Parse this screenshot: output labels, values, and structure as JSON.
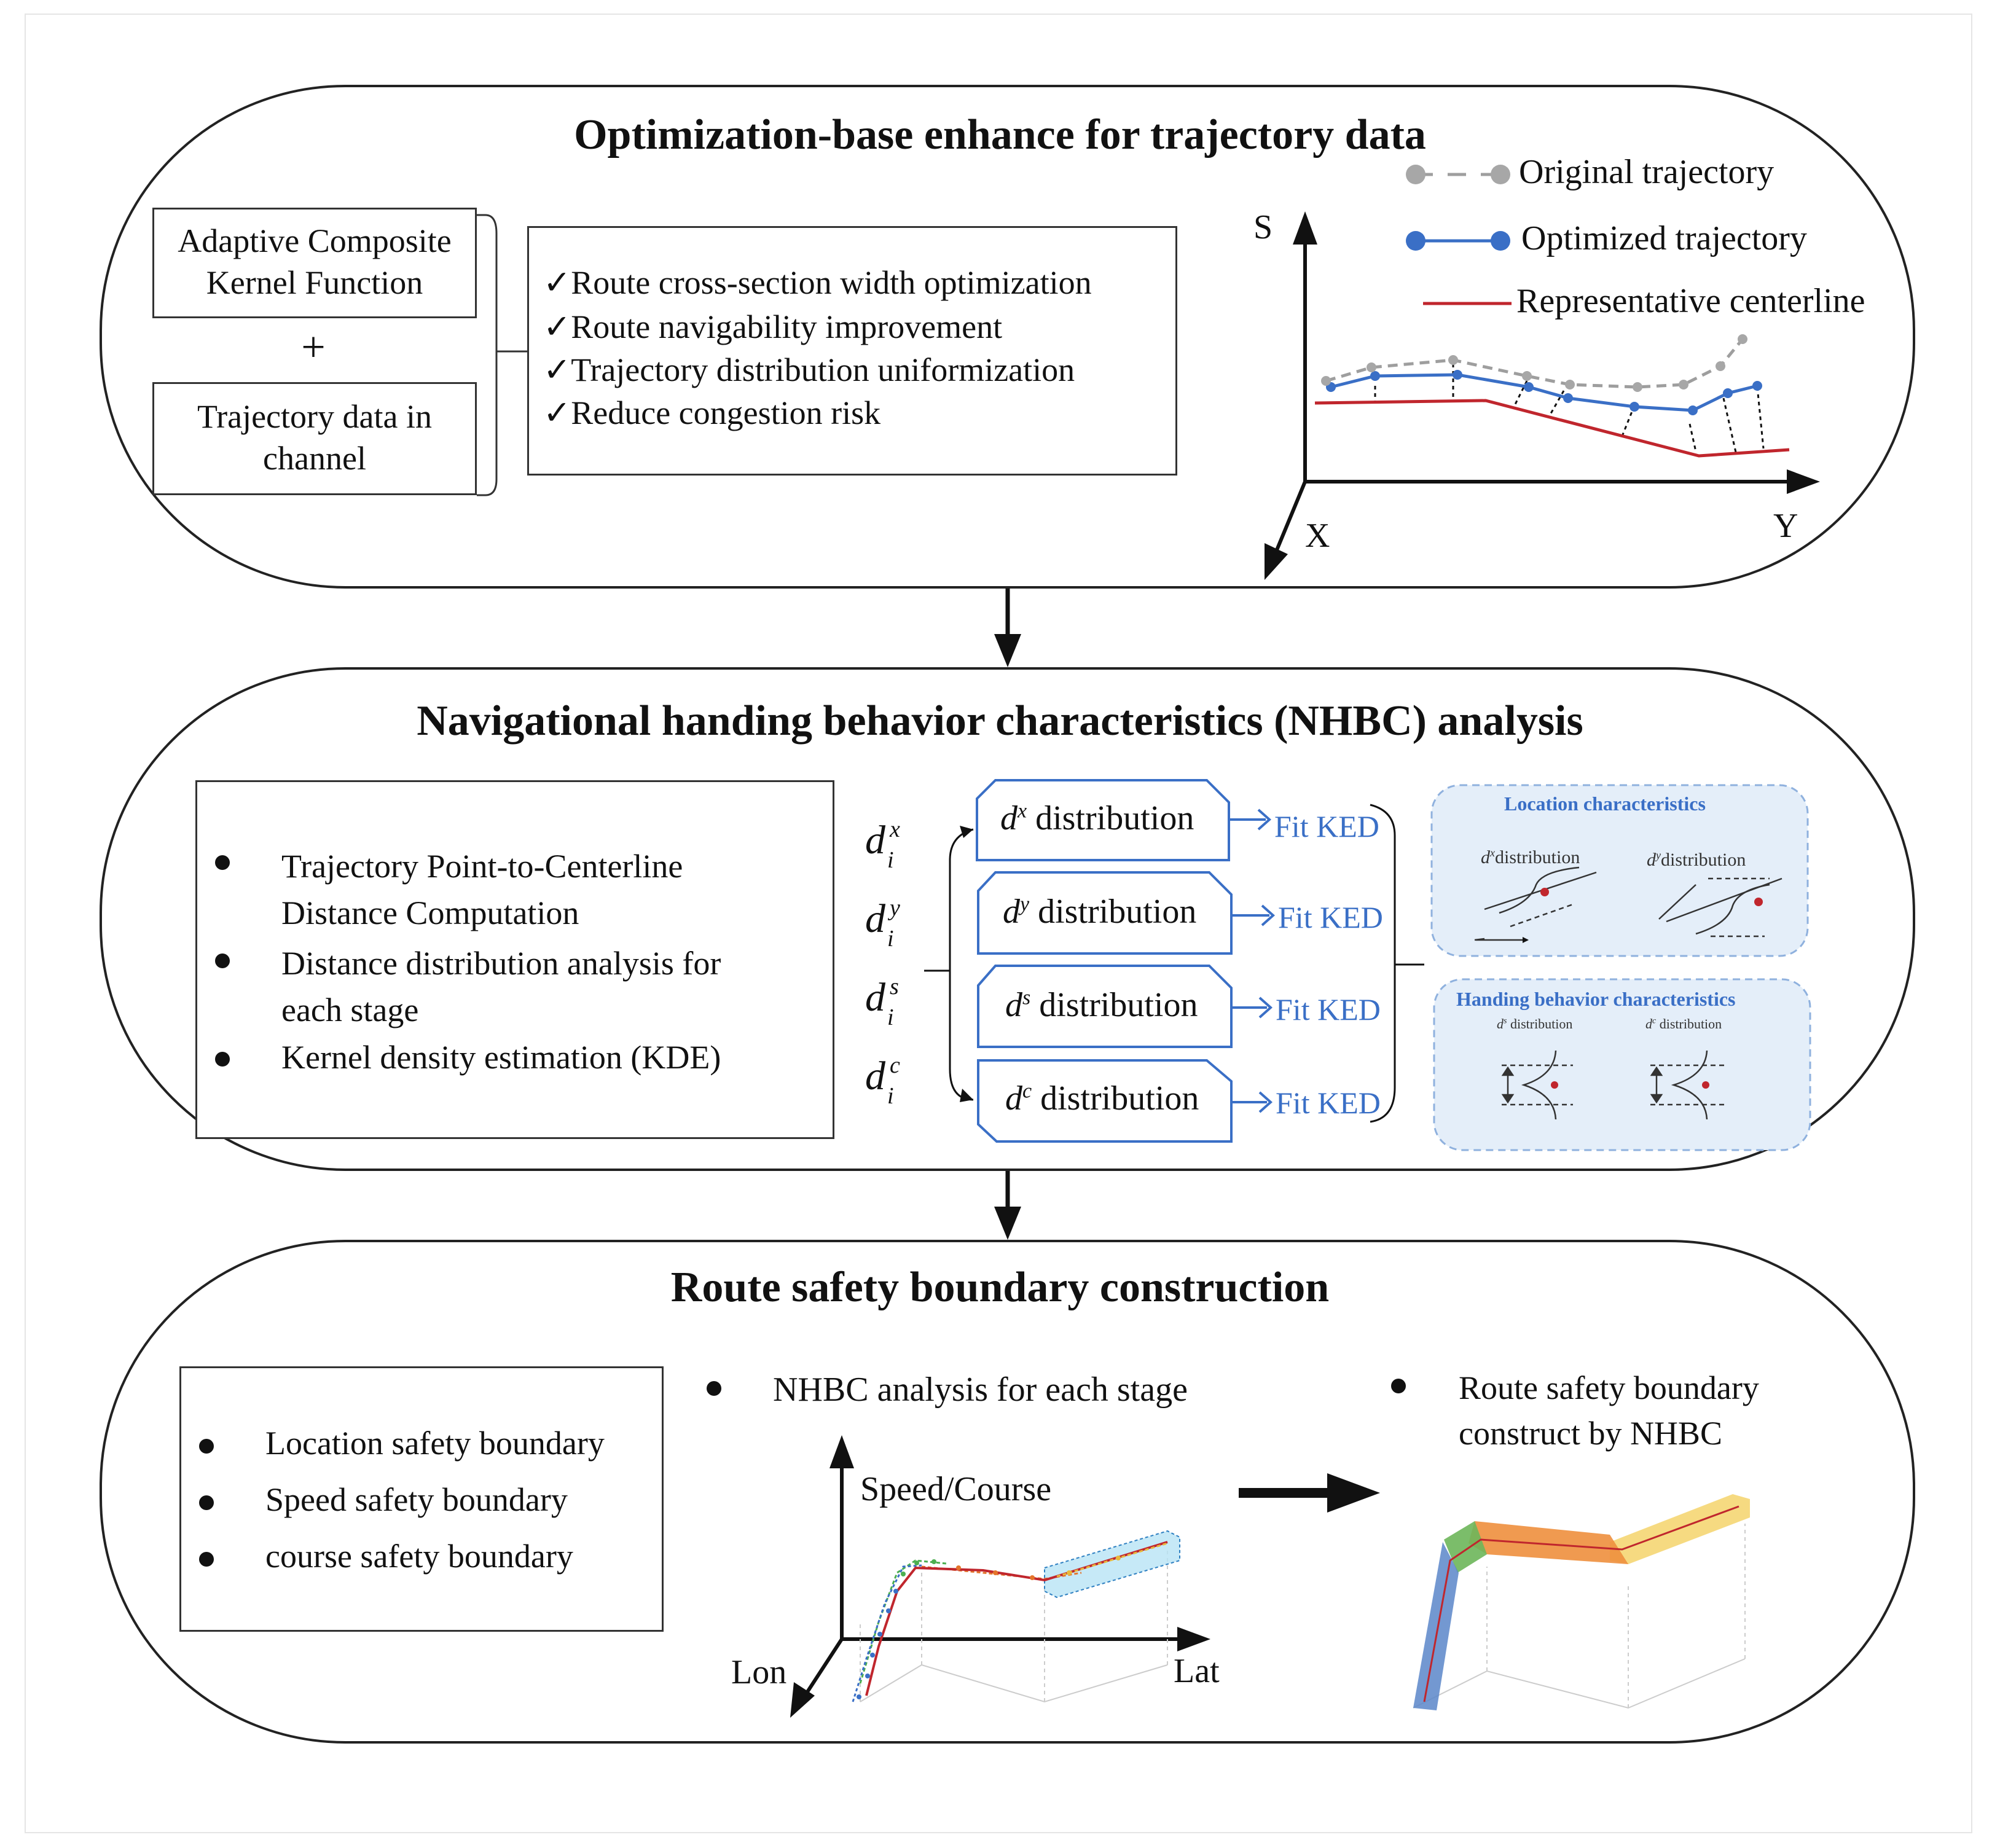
{
  "panel1": {
    "title": "Optimization-base enhance for trajectory data",
    "kernel_box": "Adaptive Composite\nKernel Function",
    "plus": "+",
    "traj_box": "Trajectory data in\nchannel",
    "checks": [
      "✓Route cross-section width optimization",
      "✓Route navigability improvement",
      "✓Trajectory distribution uniformization",
      "✓Reduce congestion risk"
    ],
    "legend": {
      "original": "Original trajectory",
      "optimized": "Optimized trajectory",
      "centerline": "Representative centerline"
    },
    "axes": {
      "s": "S",
      "x": "X",
      "y": "Y"
    }
  },
  "panel2": {
    "title": "Navigational handing behavior characteristics (NHBC) analysis",
    "bullets": [
      "Trajectory Point-to-Centerline\nDistance Computation",
      "Distance distribution analysis for\neach stage",
      "Kernel density estimation (KDE)"
    ],
    "distances": [
      {
        "base": "d",
        "sup": "x",
        "sub": "i"
      },
      {
        "base": "d",
        "sup": "y",
        "sub": "i"
      },
      {
        "base": "d",
        "sup": "s",
        "sub": "i"
      },
      {
        "base": "d",
        "sup": "c",
        "sub": "i"
      }
    ],
    "dist_label": "distribution",
    "fit_label": "Fit KED",
    "location_title": "Location characteristics",
    "location_dx": "distribution",
    "location_dy": "distribution",
    "handling_title": "Handing behavior characteristics",
    "handling_ds": "distribution",
    "handling_dc": "distribution"
  },
  "panel3": {
    "title": "Route safety boundary construction",
    "bullets": [
      "Location safety boundary",
      "Speed safety boundary",
      "course safety boundary"
    ],
    "nhbc_stage": "NHBC analysis for each stage",
    "route_boundary": "Route safety boundary\nconstruct by NHBC",
    "axes": {
      "speed": "Speed/Course",
      "lon": "Lon",
      "lat": "Lat"
    }
  },
  "colors": {
    "original": "#9e9e9e",
    "optimized": "#3a6fc6",
    "centerline": "#c0262d",
    "panel_blue_fill": "#e4eef9"
  }
}
